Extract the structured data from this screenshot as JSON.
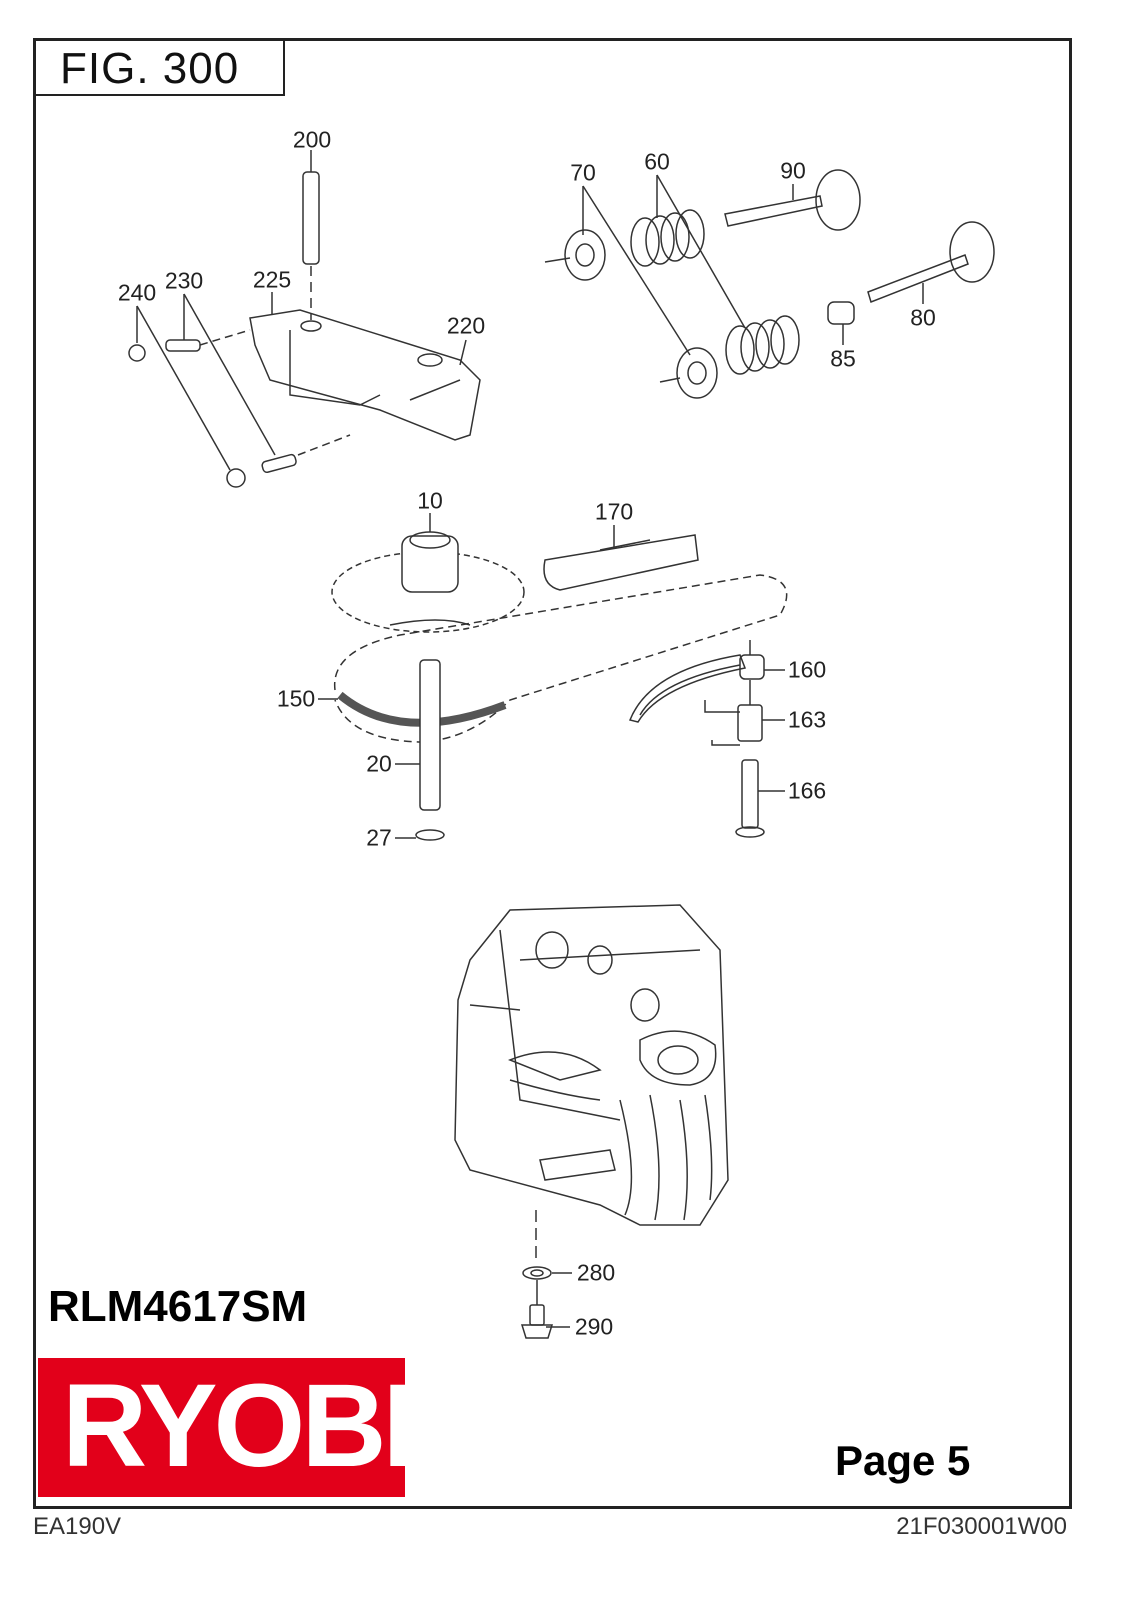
{
  "figure_title": "FIG.  300",
  "model": "RLM4617SM",
  "brand_logo": "RYOBI",
  "page_label": "Page 5",
  "footer": {
    "engine_model": "EA190V",
    "document_code": "21F030001W00"
  },
  "callouts": [
    "200",
    "240",
    "230",
    "225",
    "220",
    "70",
    "60",
    "90",
    "80",
    "85",
    "10",
    "170",
    "160",
    "163",
    "166",
    "150",
    "20",
    "27",
    "280",
    "290"
  ],
  "colors": {
    "brand_red": "#e2001a",
    "line": "#333333"
  }
}
